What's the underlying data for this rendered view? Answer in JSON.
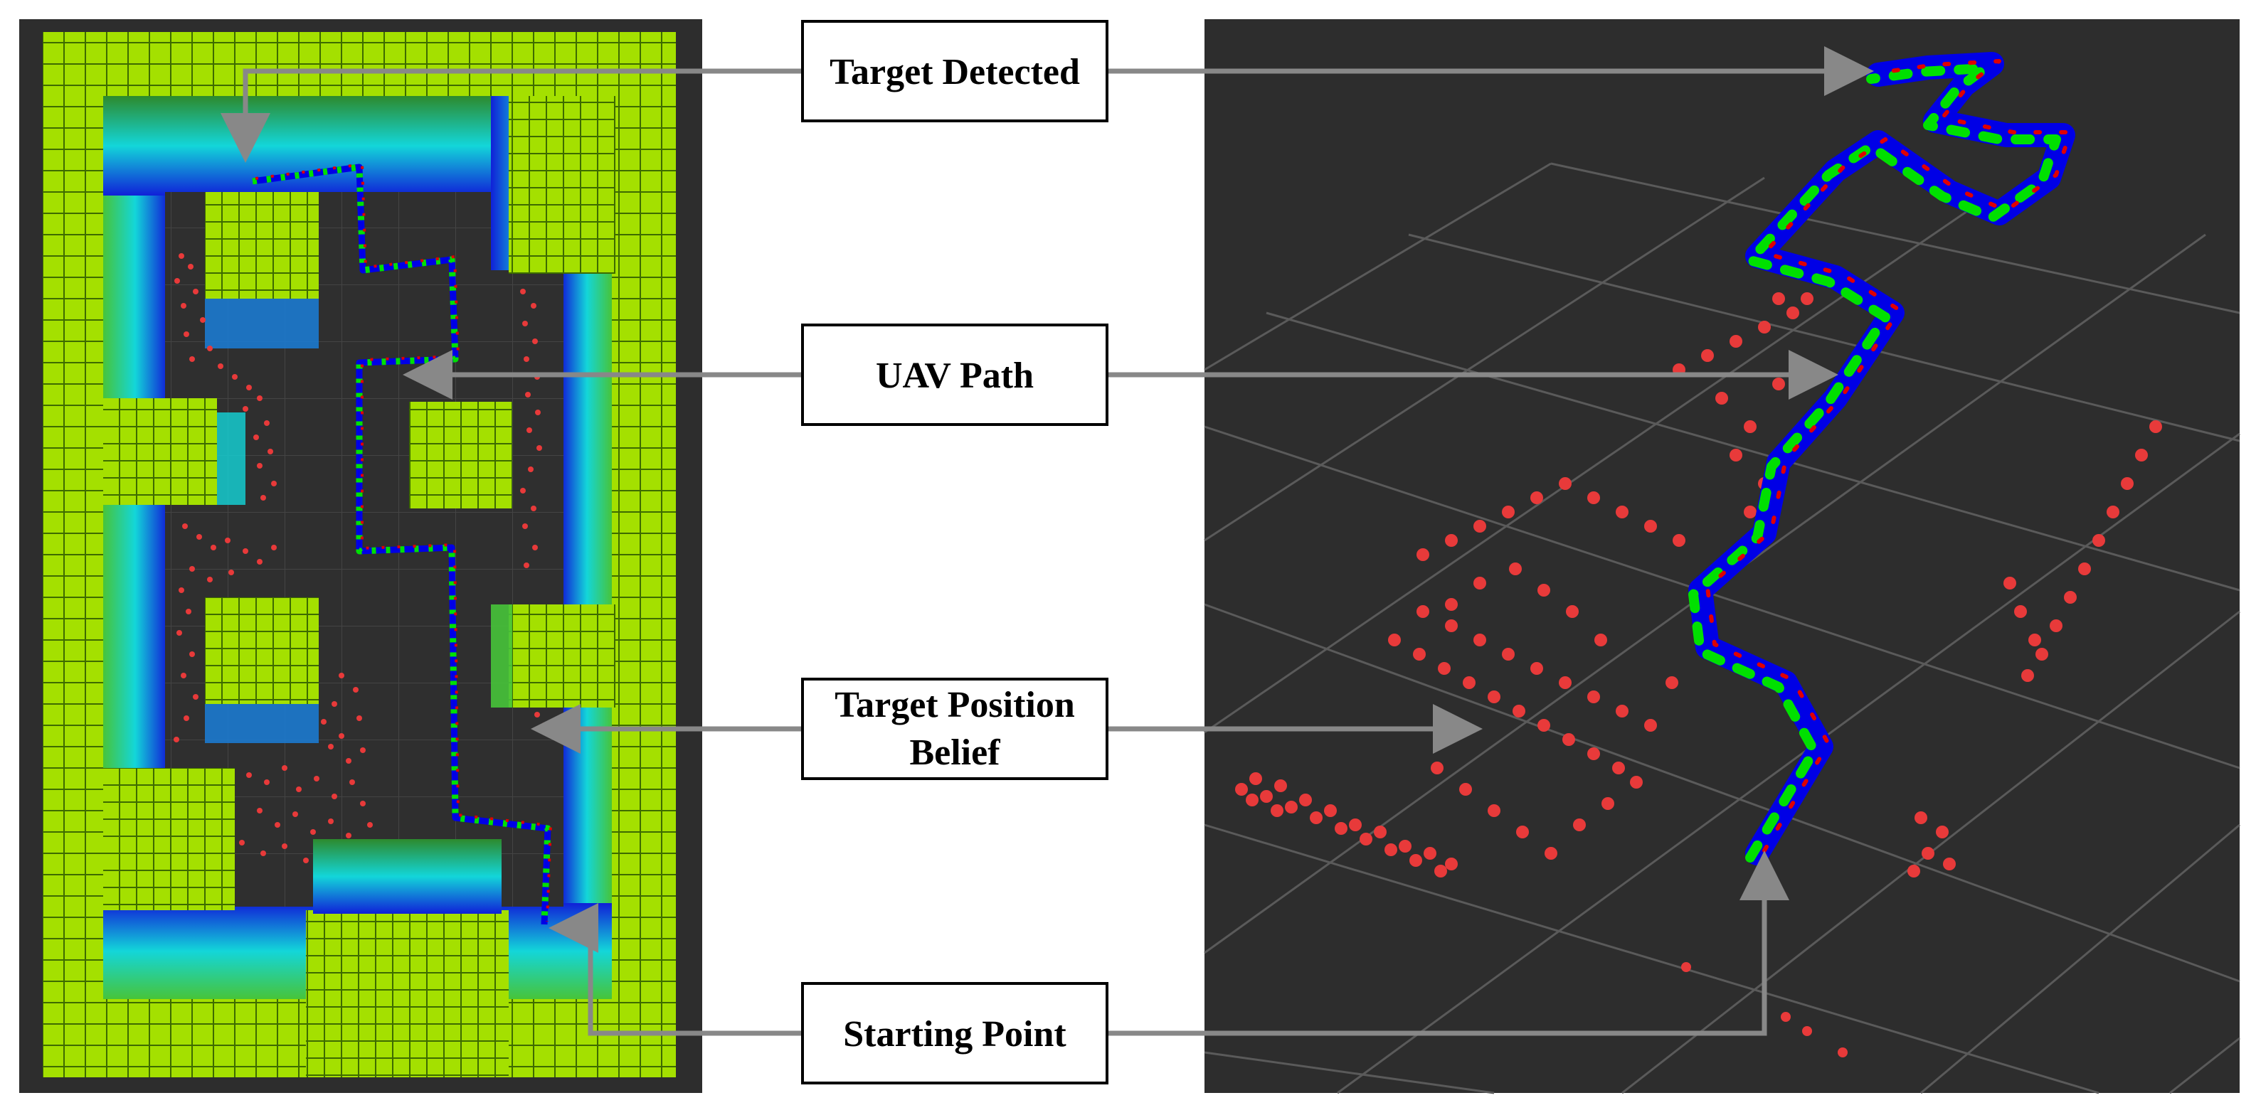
{
  "labels": {
    "target_detected": "Target Detected",
    "uav_path": "UAV Path",
    "target_position_belief_line1": "Target Position",
    "target_position_belief_line2": "Belief",
    "starting_point": "Starting Point"
  },
  "colors": {
    "panel_bg": "#2d2d2d",
    "grid_line": "#4a4a4a",
    "voxel_top": "#a4e000",
    "voxel_edge": "#3d6b00",
    "wall_green": "#47c43a",
    "wall_cyan": "#13d6d9",
    "wall_blue": "#1020d8",
    "path_red": "#e00000",
    "path_green": "#00e000",
    "path_blue": "#0000e6",
    "belief_red": "#e83a3a",
    "arrow_gray": "#888888",
    "label_box_border": "#000000",
    "label_box_fill": "#ffffff"
  },
  "icons": {
    "arrowhead": "arrowhead-icon",
    "voxel_map": "voxel-map-icon"
  }
}
